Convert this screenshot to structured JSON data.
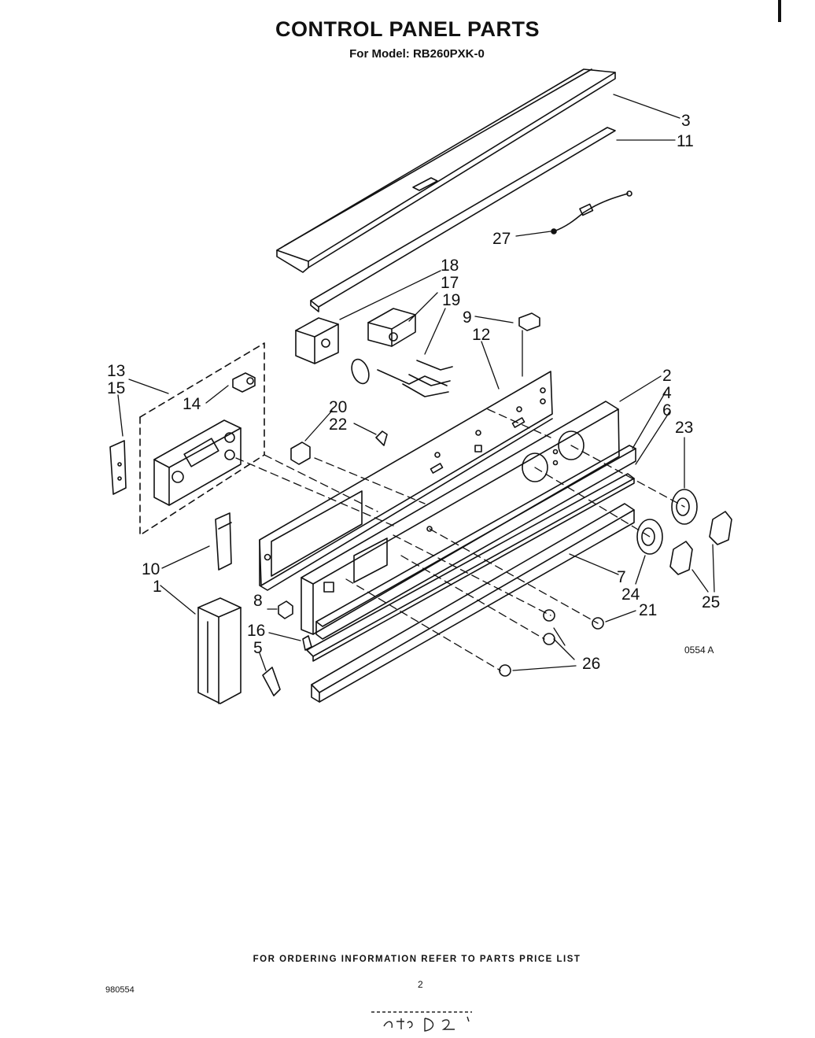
{
  "title": "CONTROL PANEL PARTS",
  "subtitle": "For Model: RB260PXK-0",
  "callouts": [
    {
      "id": "3",
      "label": "3"
    },
    {
      "id": "11",
      "label": "11"
    },
    {
      "id": "27",
      "label": "27"
    },
    {
      "id": "18",
      "label": "18"
    },
    {
      "id": "17",
      "label": "17"
    },
    {
      "id": "19",
      "label": "19"
    },
    {
      "id": "9",
      "label": "9"
    },
    {
      "id": "12",
      "label": "12"
    },
    {
      "id": "2",
      "label": "2"
    },
    {
      "id": "4",
      "label": "4"
    },
    {
      "id": "6",
      "label": "6"
    },
    {
      "id": "23",
      "label": "23"
    },
    {
      "id": "13",
      "label": "13"
    },
    {
      "id": "15",
      "label": "15"
    },
    {
      "id": "14",
      "label": "14"
    },
    {
      "id": "20",
      "label": "20"
    },
    {
      "id": "22",
      "label": "22"
    },
    {
      "id": "10",
      "label": "10"
    },
    {
      "id": "1",
      "label": "1"
    },
    {
      "id": "8",
      "label": "8"
    },
    {
      "id": "16",
      "label": "16"
    },
    {
      "id": "5",
      "label": "5"
    },
    {
      "id": "7",
      "label": "7"
    },
    {
      "id": "24",
      "label": "24"
    },
    {
      "id": "21",
      "label": "21"
    },
    {
      "id": "25",
      "label": "25"
    },
    {
      "id": "26",
      "label": "26"
    }
  ],
  "diagram_ref": "0554 A",
  "footer_text": "FOR ORDERING INFORMATION REFER TO PARTS PRICE LIST",
  "page_number": "2",
  "doc_number": "980554"
}
